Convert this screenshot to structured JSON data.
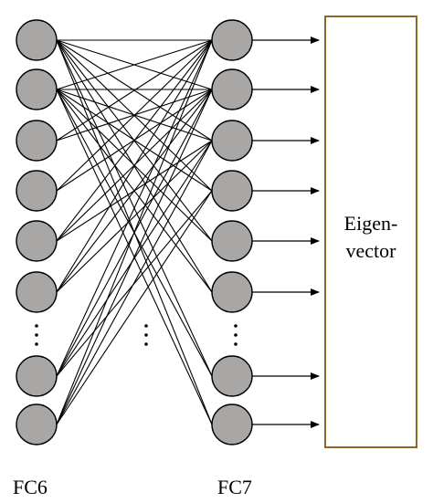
{
  "diagram": {
    "left_layer_label": "FC6",
    "right_layer_label": "FC7",
    "output_box_line1": "Eigen-",
    "output_box_line2": "vector"
  }
}
